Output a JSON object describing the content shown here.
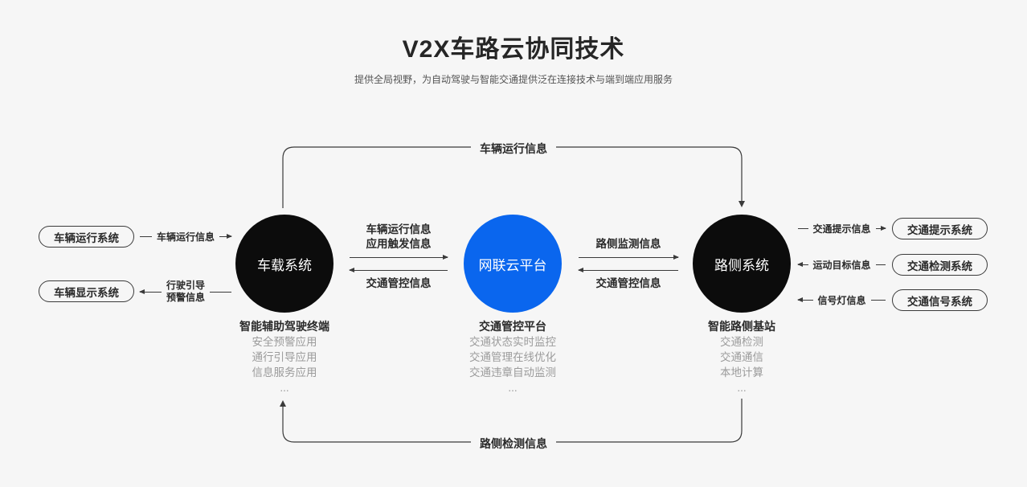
{
  "page": {
    "title": "V2X车路云协同技术",
    "subtitle": "提供全局视野，为自动驾驶与智能交通提供泛在连接技术与端到端应用服务"
  },
  "colors": {
    "background": "#f6f6f6",
    "node_black": "#0c0c0c",
    "node_blue": "#0a66ee",
    "text_dark": "#2a2a2a",
    "text_gray": "#9b9b9b",
    "line": "#3a3a3a"
  },
  "nodes": {
    "vehicle": {
      "label": "车载系统",
      "caption_title": "智能辅助驾驶终端",
      "caption_items": [
        "安全预警应用",
        "通行引导应用",
        "信息服务应用",
        "..."
      ]
    },
    "cloud": {
      "label": "网联云平台",
      "caption_title": "交通管控平台",
      "caption_items": [
        "交通状态实时监控",
        "交通管理在线优化",
        "交通违章自动监测",
        "..."
      ]
    },
    "roadside": {
      "label": "路侧系统",
      "caption_title": "智能路侧基站",
      "caption_items": [
        "交通检测",
        "交通通信",
        "本地计算",
        "..."
      ]
    }
  },
  "left_panel": {
    "pills": [
      "车辆运行系统",
      "车辆显示系统"
    ],
    "arrow_to_vehicle_label": "车辆运行信息",
    "arrow_to_display_label_line1": "行驶引导",
    "arrow_to_display_label_line2": "预警信息"
  },
  "right_panel": {
    "rows": [
      {
        "label": "交通提示信息",
        "pill": "交通提示系统",
        "direction": "right"
      },
      {
        "label": "运动目标信息",
        "pill": "交通检测系统",
        "direction": "left"
      },
      {
        "label": "信号灯信息",
        "pill": "交通信号系统",
        "direction": "left"
      }
    ]
  },
  "flows": {
    "vehicle_cloud": {
      "top_label_line1": "车辆运行信息",
      "top_label_line2": "应用触发信息",
      "bottom_label": "交通管控信息"
    },
    "cloud_roadside": {
      "top_label": "路侧监测信息",
      "bottom_label": "交通管控信息"
    },
    "top_curve_label": "车辆运行信息",
    "bottom_curve_label": "路侧检测信息"
  }
}
